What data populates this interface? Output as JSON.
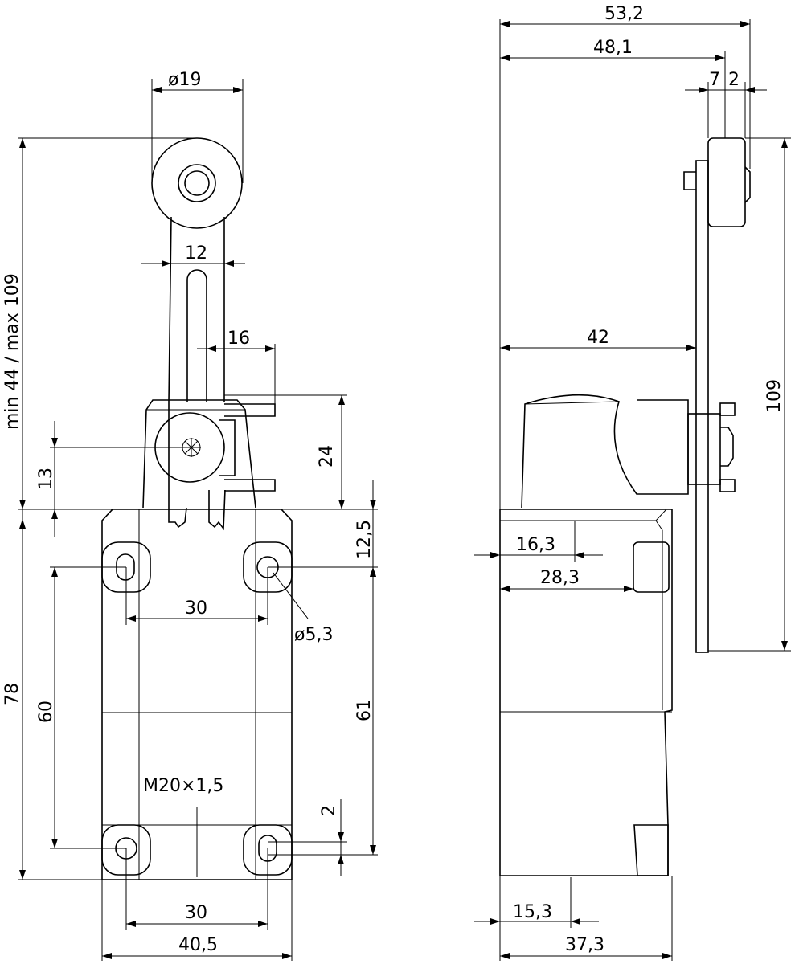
{
  "front_view": {
    "roller_diameter": "ø19",
    "arm_width": "12",
    "arm_offset": "16",
    "lever_range": "min 44 / max 109",
    "head_height": "24",
    "pivot_height": "13",
    "top_offset": "12,5",
    "hole_spacing_top": "30",
    "hole_diameter": "ø5,3",
    "body_height": "78",
    "hole_vertical": "60",
    "hole_vertical_right": "61",
    "conduit_thread": "M20×1,5",
    "slot_length": "2",
    "hole_spacing_bottom": "30",
    "body_width": "40,5"
  },
  "side_view": {
    "overall_depth": "53,2",
    "arm_depth": "48,1",
    "roller_width": "7",
    "roller_offset": "2",
    "lever_position": "42",
    "lever_length": "109",
    "cover_depth_1": "16,3",
    "cover_depth_2": "28,3",
    "base_offset": "15,3",
    "base_depth": "37,3"
  }
}
